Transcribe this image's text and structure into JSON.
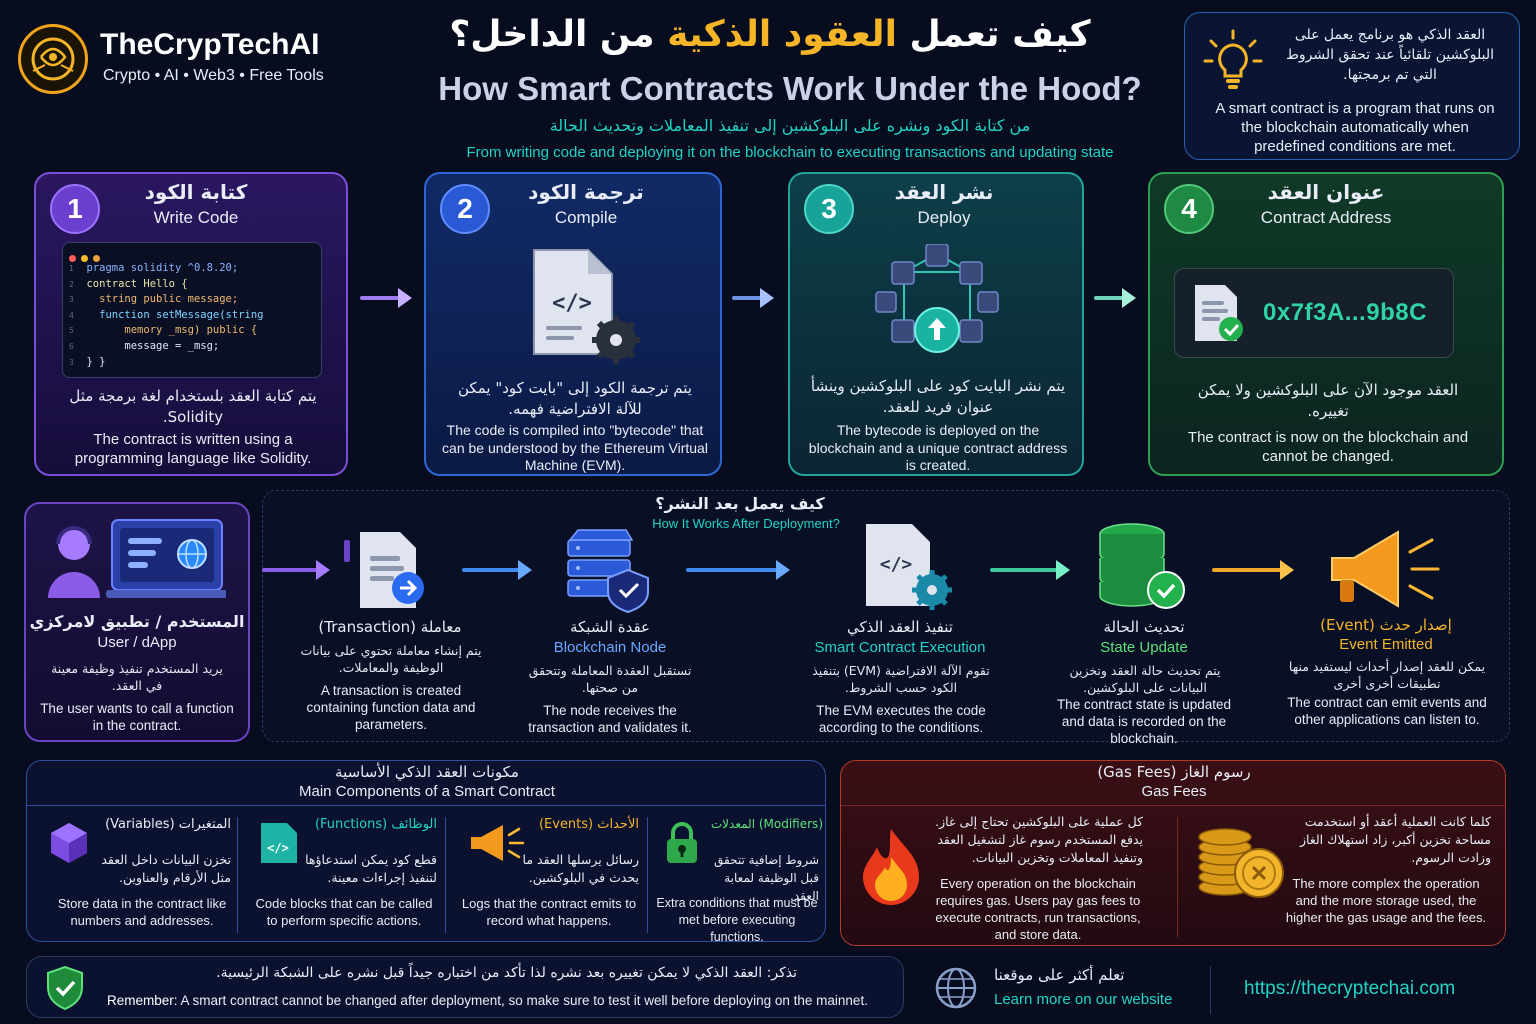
{
  "brand": {
    "name": "TheCrypTechAI",
    "tagline": "Crypto • AI • Web3 • Free Tools"
  },
  "header": {
    "title_ar_pre": "كيف تعمل ",
    "title_ar_hl": "العقود الذكية",
    "title_ar_post": " من الداخل؟",
    "title_en": "How Smart Contracts Work Under the Hood?",
    "subtitle_ar": "من كتابة الكود ونشره على البلوكشين إلى تنفيذ المعاملات وتحديث الحالة",
    "subtitle_en": "From writing code and deploying it on the blockchain to executing transactions and updating state"
  },
  "definition": {
    "ar": "العقد الذكي هو برنامج يعمل على البلوكشين تلقائياً عند تحقق الشروط التي تم برمجتها.",
    "en": "A smart contract is a program that runs on the blockchain automatically when predefined conditions are met."
  },
  "steps": [
    {
      "num": "1",
      "title_ar": "كتابة الكود",
      "title_en": "Write Code",
      "desc_ar": "يتم كتابة العقد بلستخدام لغة برمجة مثل Solidity.",
      "desc_en": "The contract is written using a programming language like Solidity."
    },
    {
      "num": "2",
      "title_ar": "ترجمة الكود",
      "title_en": "Compile",
      "desc_ar": "يتم ترجمة الكود إلى \"بايت كود\" يمكن للآلة الافتراضية فهمه.",
      "desc_en": "The code is compiled into \"bytecode\" that can be understood by the Ethereum Virtual Machine (EVM)."
    },
    {
      "num": "3",
      "title_ar": "نشر العقد",
      "title_en": "Deploy",
      "desc_ar": "يتم نشر البايت كود على البلوكشين وينشأ عنوان فريد للعقد.",
      "desc_en": "The bytecode is deployed on the blockchain and a unique contract address is created."
    },
    {
      "num": "4",
      "title_ar": "عنوان العقد",
      "title_en": "Contract Address",
      "desc_ar": "العقد موجود الآن على البلوكشين ولا يمكن تغييره.",
      "desc_en": "The contract is now on the blockchain and cannot be changed."
    }
  ],
  "code_lines": [
    {
      "n": "1",
      "t": "pragma solidity ^0.8.20;"
    },
    {
      "n": "2",
      "t": "contract Hello {"
    },
    {
      "n": "3",
      "t": "  string public message;"
    },
    {
      "n": "4",
      "t": "  function setMessage(string"
    },
    {
      "n": "5",
      "t": "      memory _msg) public {"
    },
    {
      "n": "6",
      "t": "      message = _msg;"
    },
    {
      "n": "3",
      "t": "} }"
    }
  ],
  "contract_address": "0x7f3A...9b8C",
  "flow": {
    "title_ar": "كيف يعمل بعد النشر؟",
    "title_en": "How It Works After Deployment?",
    "items": [
      {
        "title_ar": "المستخدم / تطبيق لامركزي",
        "title_en": "User / dApp",
        "desc_ar": "يريد المستخدم تنفيذ وظيفة معينة في العقد.",
        "desc_en": "The user wants to call a function in the contract."
      },
      {
        "title_ar": "معاملة (Transaction)",
        "title_en": "",
        "desc_ar": "يتم إنشاء معاملة تحتوي على بيانات الوظيفة والمعاملات.",
        "desc_en": "A transaction is created containing function data and parameters."
      },
      {
        "title_ar": "عقدة الشبكة",
        "title_en": "Blockchain Node",
        "desc_ar": "تستقبل العقدة المعاملة وتتحقق من صحتها.",
        "desc_en": "The node receives the transaction and validates it."
      },
      {
        "title_ar": "تنفيذ العقد الذكي",
        "title_en": "Smart Contract Execution",
        "desc_ar": "تقوم الآلة الافتراضية (EVM) بتنفيذ الكود حسب الشروط.",
        "desc_en": "The EVM executes the code according to the conditions."
      },
      {
        "title_ar": "تحديث الحالة",
        "title_en": "State Update",
        "desc_ar": "يتم تحديث حالة العقد وتخزين البيانات على البلوكشين.",
        "desc_en": "The contract state is updated and data is recorded on the blockchain."
      },
      {
        "title_ar": "إصدار حدث (Event)",
        "title_en": "Event Emitted",
        "desc_ar": "يمكن للعقد إصدار أحداث ليستفيد منها تطبيقات أخرى أخرى",
        "desc_en": "The contract can emit events and other applications can listen to."
      }
    ]
  },
  "components": {
    "title_ar": "مكونات العقد الذكي الأساسية",
    "title_en": "Main Components of a Smart Contract",
    "items": [
      {
        "title": "المتغيرات (Variables)",
        "desc_ar": "تخزن البيانات داخل العقد مثل الأرقام والعناوين.",
        "desc_en": "Store data in the contract like numbers and addresses."
      },
      {
        "title": "الوظائف (Functions)",
        "desc_ar": "قطع كود يمكن استدعاؤها لتنفيذ إجراءات معينة.",
        "desc_en": "Code blocks that can be called to perform specific actions."
      },
      {
        "title": "الأحداث (Events)",
        "desc_ar": "رسائل يرسلها العقد ما يحدث في البلوكشين.",
        "desc_en": "Logs that the contract emits to record what happens."
      },
      {
        "title": "(Modifiers) المعدلات",
        "desc_ar": "شروط إضافية تتحقق قبل الوظيفة لمعابة العقد.",
        "desc_en": "Extra conditions that must be met before executing functions."
      }
    ]
  },
  "gas": {
    "title_ar": "رسوم الغاز (Gas Fees)",
    "title_en": "Gas Fees",
    "left_ar": "كل عملية على البلوكشين تحتاج إلى غاز. يدفع المستخدم رسوم غاز لتشغيل العقد وتنفيذ المعاملات وتخزين البيانات.",
    "left_en": "Every operation on the blockchain requires gas. Users pay gas fees to execute contracts, run transactions, and store data.",
    "right_ar": "كلما كانت العملية أعقد أو استخدمت مساحة تخزين أكبر، زاد استهلاك الغاز وزادت الرسوم.",
    "right_en": "The more complex the operation and the more storage used, the higher the gas usage and the fees."
  },
  "footer": {
    "remember_ar": "تذكر: العقد الذكي لا يمكن تغييره بعد نشره لذا تأكد من اختباره جيداً قبل نشره على الشبكة الرئيسية.",
    "remember_label": "Remember:",
    "remember_en": "A smart contract cannot be changed after deployment, so make sure to test it well before deploying on the mainnet.",
    "learn_ar": "تعلم أكثر على موقعنا",
    "learn_en": "Learn more on our website",
    "url": "https://thecryptechai.com"
  }
}
